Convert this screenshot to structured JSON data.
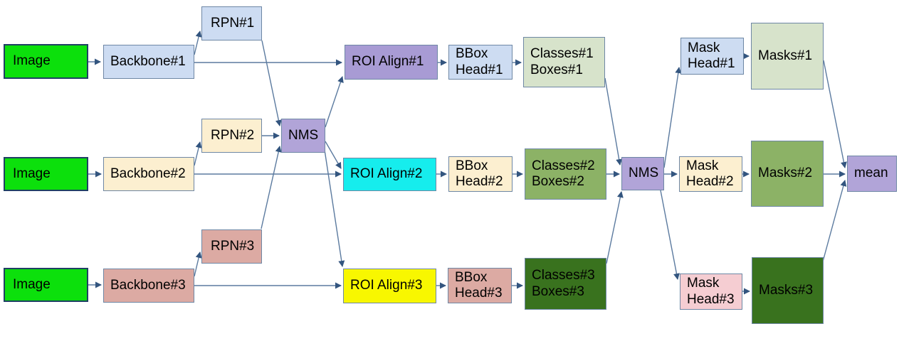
{
  "colors": {
    "edge": "#5b7a9f",
    "arrowhead": "#33557f",
    "node_border": "#6e87a5",
    "image_border": "#1f4064",
    "bright_green": "#0ce00c",
    "light_blue": "#cddcf2",
    "cream": "#fcefd0",
    "rosy": "#dcaaa3",
    "purple": "#b1a4d8",
    "roi_purple": "#a89bd4",
    "cyan": "#16eded",
    "yellow": "#f8f700",
    "pale_green": "#d7e3cb",
    "mid_green": "#8cb266",
    "dark_green": "#39721e",
    "pink": "#f5cdd2",
    "text": "#000000",
    "background": "#ffffff"
  },
  "nodes": {
    "image1": {
      "label": "Image",
      "fill": "#0ce00c"
    },
    "backbone1": {
      "label": "Backbone#1",
      "fill": "#cddcf2"
    },
    "rpn1": {
      "label": "RPN#1",
      "fill": "#cddcf2"
    },
    "roi_align1": {
      "label": "ROI Align#1",
      "fill": "#a89bd4"
    },
    "bbox_head1": {
      "label": "BBox\nHead#1",
      "fill": "#cddcf2"
    },
    "classes_boxes1": {
      "label": "Classes#1\nBoxes#1",
      "fill": "#d7e3cb"
    },
    "mask_head1": {
      "label": "Mask\nHead#1",
      "fill": "#cddcf2"
    },
    "masks1": {
      "label": "Masks#1",
      "fill": "#d7e3cb"
    },
    "image2": {
      "label": "Image",
      "fill": "#0ce00c"
    },
    "backbone2": {
      "label": "Backbone#2",
      "fill": "#fcefd0"
    },
    "rpn2": {
      "label": "RPN#2",
      "fill": "#fcefd0"
    },
    "nms_left": {
      "label": "NMS",
      "fill": "#b1a4d8"
    },
    "roi_align2": {
      "label": "ROI Align#2",
      "fill": "#16eded"
    },
    "bbox_head2": {
      "label": "BBox\nHead#2",
      "fill": "#fcefd0"
    },
    "classes_boxes2": {
      "label": "Classes#2\nBoxes#2",
      "fill": "#8cb266"
    },
    "nms_right": {
      "label": "NMS",
      "fill": "#b1a4d8"
    },
    "mask_head2": {
      "label": "Mask\nHead#2",
      "fill": "#fcefd0"
    },
    "masks2": {
      "label": "Masks#2",
      "fill": "#8cb266"
    },
    "mean": {
      "label": "mean",
      "fill": "#b1a4d8"
    },
    "image3": {
      "label": "Image",
      "fill": "#0ce00c"
    },
    "backbone3": {
      "label": "Backbone#3",
      "fill": "#dcaaa3"
    },
    "rpn3": {
      "label": "RPN#3",
      "fill": "#dcaaa3"
    },
    "roi_align3": {
      "label": "ROI Align#3",
      "fill": "#f8f700"
    },
    "bbox_head3": {
      "label": "BBox\nHead#3",
      "fill": "#dcaaa3"
    },
    "classes_boxes3": {
      "label": "Classes#3\nBoxes#3",
      "fill": "#39721e"
    },
    "mask_head3": {
      "label": "Mask\nHead#3",
      "fill": "#f5cdd2"
    },
    "masks3": {
      "label": "Masks#3",
      "fill": "#39721e"
    }
  },
  "edges": [
    {
      "from": "image1",
      "to": "backbone1"
    },
    {
      "from": "backbone1",
      "to": "rpn1"
    },
    {
      "from": "backbone1",
      "to": "roi_align1"
    },
    {
      "from": "rpn1",
      "to": "nms_left"
    },
    {
      "from": "rpn2",
      "to": "nms_left"
    },
    {
      "from": "rpn3",
      "to": "nms_left"
    },
    {
      "from": "nms_left",
      "to": "roi_align1"
    },
    {
      "from": "nms_left",
      "to": "roi_align2"
    },
    {
      "from": "nms_left",
      "to": "roi_align3"
    },
    {
      "from": "roi_align1",
      "to": "bbox_head1"
    },
    {
      "from": "bbox_head1",
      "to": "classes_boxes1"
    },
    {
      "from": "classes_boxes1",
      "to": "nms_right"
    },
    {
      "from": "nms_right",
      "to": "mask_head1"
    },
    {
      "from": "mask_head1",
      "to": "masks1"
    },
    {
      "from": "masks1",
      "to": "mean"
    },
    {
      "from": "image2",
      "to": "backbone2"
    },
    {
      "from": "backbone2",
      "to": "rpn2"
    },
    {
      "from": "backbone2",
      "to": "roi_align2"
    },
    {
      "from": "roi_align2",
      "to": "bbox_head2"
    },
    {
      "from": "bbox_head2",
      "to": "classes_boxes2"
    },
    {
      "from": "classes_boxes2",
      "to": "nms_right"
    },
    {
      "from": "nms_right",
      "to": "mask_head2"
    },
    {
      "from": "mask_head2",
      "to": "masks2"
    },
    {
      "from": "masks2",
      "to": "mean"
    },
    {
      "from": "image3",
      "to": "backbone3"
    },
    {
      "from": "backbone3",
      "to": "rpn3"
    },
    {
      "from": "backbone3",
      "to": "roi_align3"
    },
    {
      "from": "roi_align3",
      "to": "bbox_head3"
    },
    {
      "from": "bbox_head3",
      "to": "classes_boxes3"
    },
    {
      "from": "classes_boxes3",
      "to": "nms_right"
    },
    {
      "from": "nms_right",
      "to": "mask_head3"
    },
    {
      "from": "mask_head3",
      "to": "masks3"
    },
    {
      "from": "masks3",
      "to": "mean"
    }
  ]
}
